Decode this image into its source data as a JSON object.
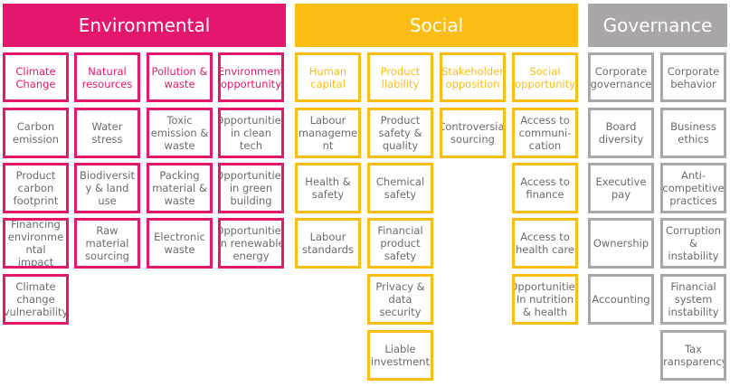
{
  "headers": {
    "environmental": "Environmental",
    "social": "Social",
    "governance": "Governance"
  },
  "environmental": {
    "categories": [
      "Climate\nChange",
      "Natural\nresources",
      "Pollution &\nwaste",
      "Environment\nopportunity"
    ],
    "items": [
      [
        "Carbon\nemission",
        "Product\ncarbon\nfootprint",
        "Financing\nenvironme\nntal impact",
        "Climate\nchange\nvulnerability"
      ],
      [
        "Water\nstress",
        "Biodiversit\ny & land\nuse",
        "Raw\nmaterial\nsourcing"
      ],
      [
        "Toxic\nemission &\nwaste",
        "Packing\nmaterial &\nwaste",
        "Electronic\nwaste"
      ],
      [
        "Opportunities\nin clean\ntech",
        "Opportunities\nin green\nbuilding",
        "Opportunities\nin renewable\nenergy"
      ]
    ]
  },
  "social": {
    "categories": [
      "Human\ncapital",
      "Product\nliability",
      "Stakeholder\nopposition",
      "Social\nopportunity"
    ],
    "items": [
      [
        "Labour\nmanageme\nnt",
        "Health &\nsafety",
        "Labour\nstandards"
      ],
      [
        "Product\nsafety &\nquality",
        "Chemical\nsafety",
        "Financial\nproduct\nsafety",
        "Privacy &\ndata\nsecurity",
        "Liable\ninvestment"
      ],
      [
        "Controversial\nsourcing"
      ],
      [
        "Access to\ncommuni-\ncation",
        "Access to\nfinance",
        "Access to\nhealth care",
        "Opportunities\nIn nutrition\n& health"
      ]
    ]
  },
  "governance": {
    "categories": [
      "Corporate\ngovernance",
      "Corporate\nbehavior"
    ],
    "items": [
      [
        "Board\ndiversity",
        "Executive\npay",
        "Ownership",
        "Accounting"
      ],
      [
        "Business\nethics",
        "Anti-\ncompetitive\npractices",
        "Corruption\n&\ninstability",
        "Financial\nsystem\ninstability",
        "Tax\ntransparency"
      ]
    ]
  }
}
